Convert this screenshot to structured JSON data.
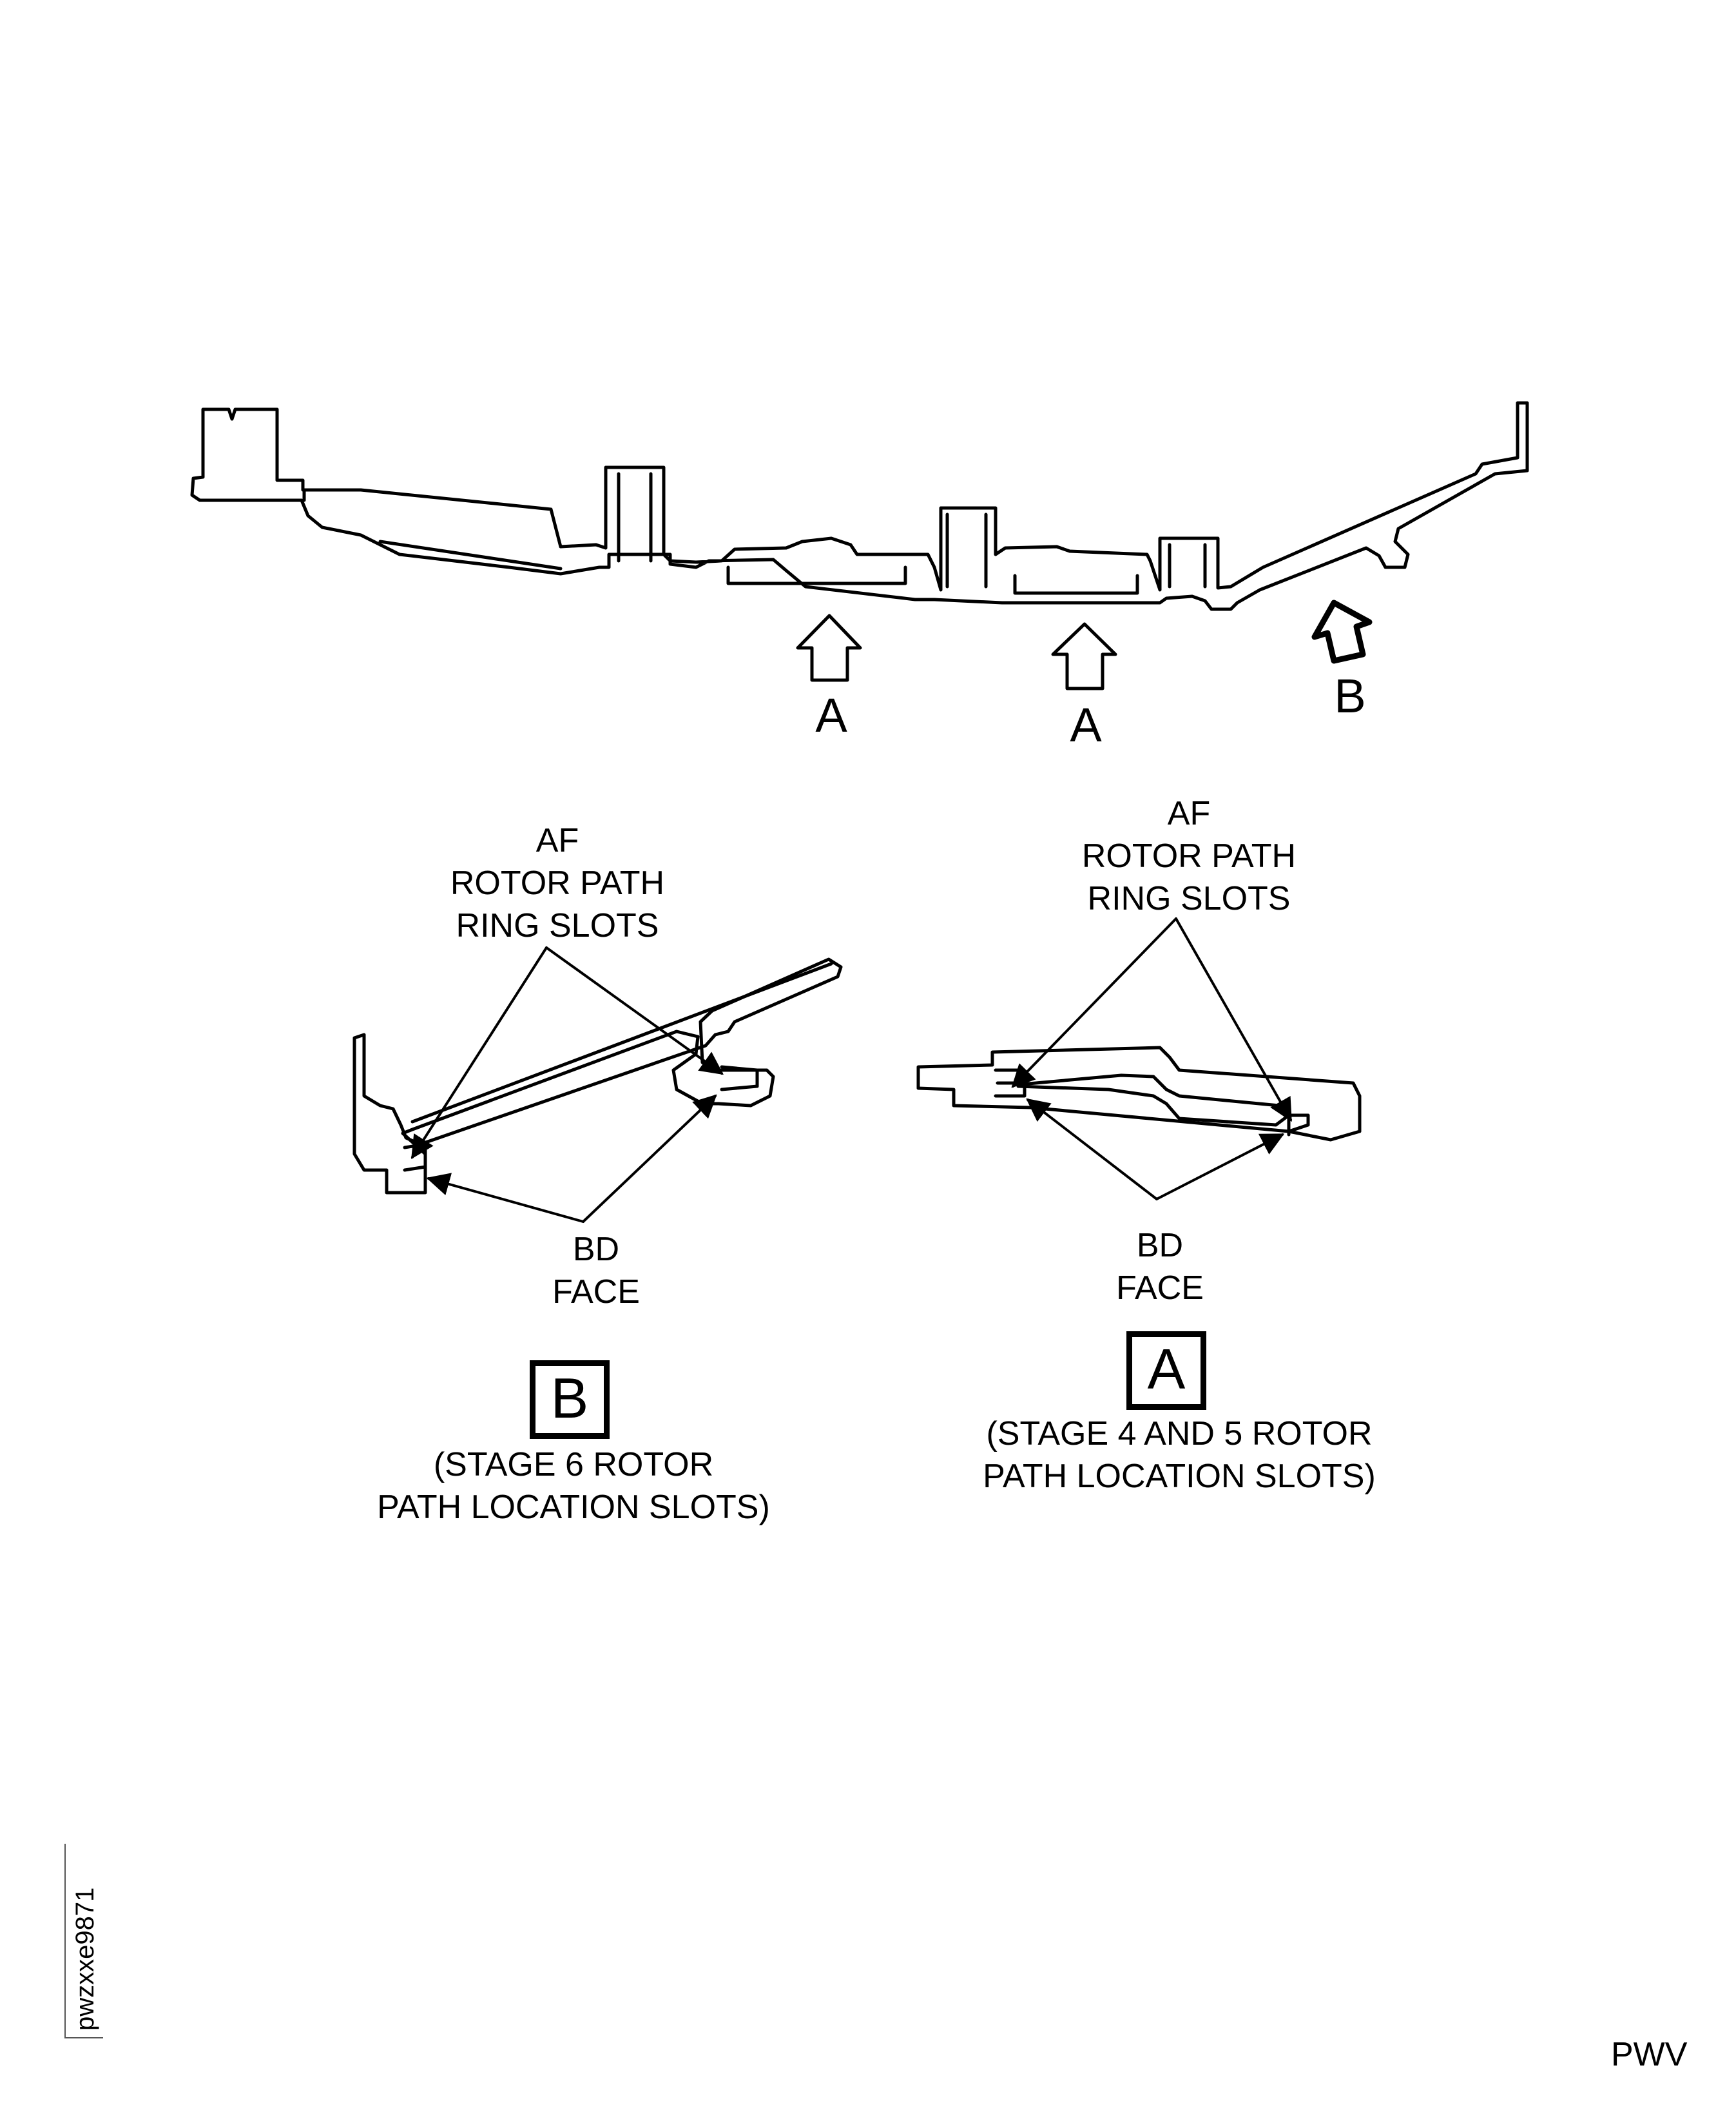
{
  "top_view": {
    "view_arrow_1": "A",
    "view_arrow_2": "A",
    "view_arrow_3": "B"
  },
  "detail_b": {
    "slot_label": [
      "AF",
      "ROTOR PATH",
      "RING SLOTS"
    ],
    "face_label": [
      "BD",
      "FACE"
    ],
    "view_letter": "B",
    "caption": [
      "(STAGE 6 ROTOR",
      "PATH LOCATION SLOTS)"
    ]
  },
  "detail_a": {
    "slot_label": [
      "AF",
      "ROTOR PATH",
      "RING SLOTS"
    ],
    "face_label": [
      "BD",
      "FACE"
    ],
    "view_letter": "A",
    "caption": [
      "(STAGE 4 AND 5 ROTOR",
      "PATH LOCATION SLOTS)"
    ]
  },
  "figure_id": "pwzxxe9871",
  "corner_code": "PWV"
}
